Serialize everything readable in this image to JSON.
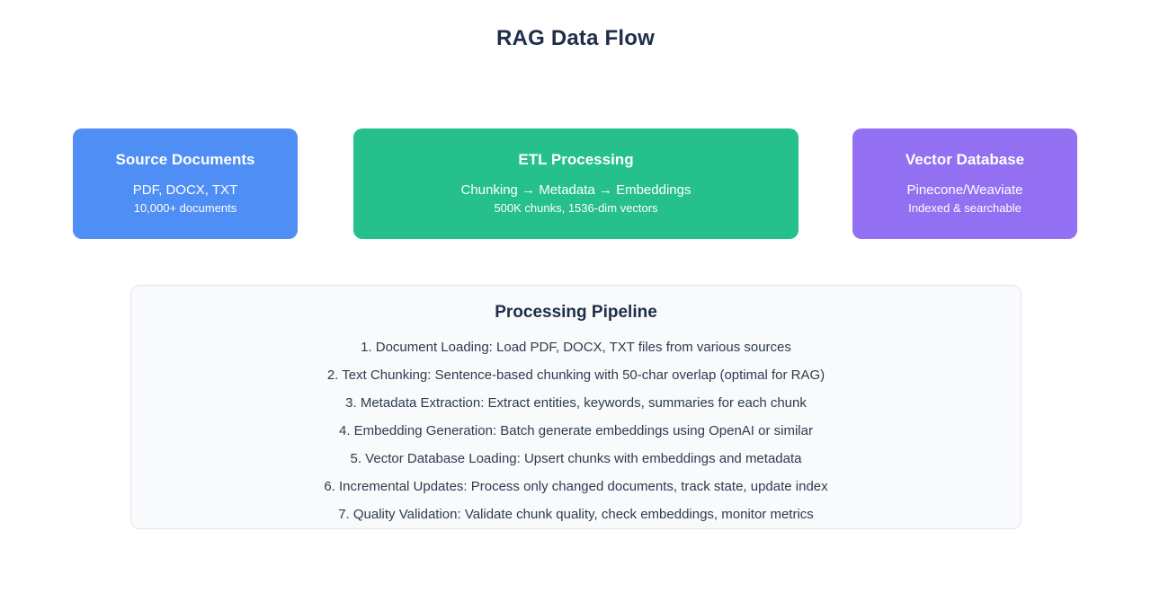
{
  "page": {
    "title": "RAG Data Flow",
    "background_color": "#ffffff",
    "title_color": "#1f2d47"
  },
  "flow": {
    "arrow_color": "#6b7280",
    "arrow_1_icon": "right-arrow-icon",
    "arrow_2_icon": "right-arrow-icon",
    "stages": [
      {
        "id": "source-documents",
        "title": "Source Documents",
        "line1": "PDF, DOCX, TXT",
        "line2": "10,000+ documents",
        "color": "#4f8ef4"
      },
      {
        "id": "etl-processing",
        "title": "ETL Processing",
        "line1": "Chunking → Metadata → Embeddings",
        "line2": "500K chunks, 1536-dim vectors",
        "color": "#25c08c"
      },
      {
        "id": "vector-database",
        "title": "Vector Database",
        "line1": "Pinecone/Weaviate",
        "line2": "Indexed & searchable",
        "color": "#9370f2"
      }
    ]
  },
  "pipeline": {
    "title": "Processing Pipeline",
    "background_color": "#f8fafc",
    "border_color": "#e2e5ec",
    "text_color": "#2f3b4e",
    "steps": [
      "1. Document Loading: Load PDF, DOCX, TXT files from various sources",
      "2. Text Chunking: Sentence-based chunking with 50-char overlap (optimal for RAG)",
      "3. Metadata Extraction: Extract entities, keywords, summaries for each chunk",
      "4. Embedding Generation: Batch generate embeddings using OpenAI or similar",
      "5. Vector Database Loading: Upsert chunks with embeddings and metadata",
      "6. Incremental Updates: Process only changed documents, track state, update index",
      "7. Quality Validation: Validate chunk quality, check embeddings, monitor metrics"
    ]
  }
}
